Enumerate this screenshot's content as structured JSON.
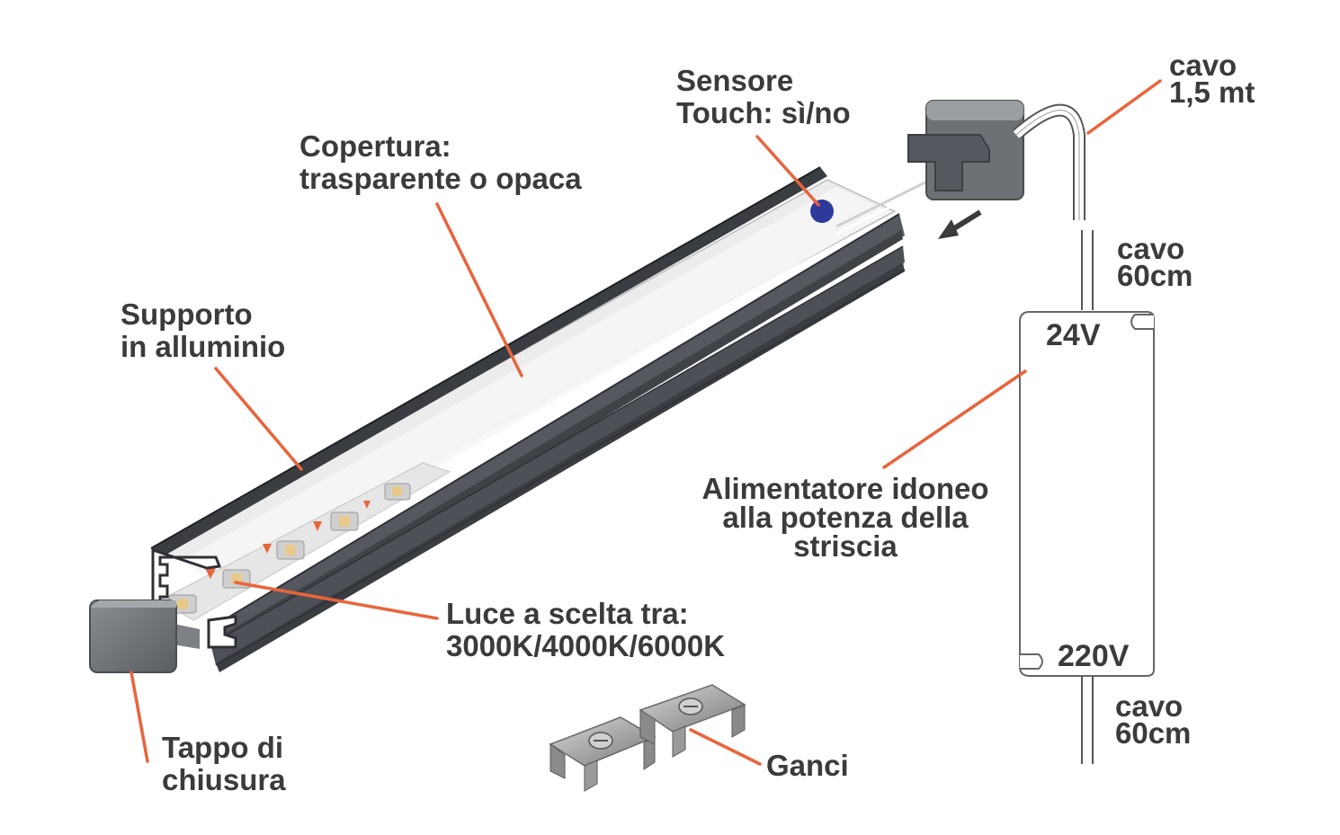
{
  "colors": {
    "leader": "#e8643c",
    "text": "#3b3b3d",
    "profile_dark": "#4a4d52",
    "profile_mid": "#5d6066",
    "sensor_dot": "#2d3a9c",
    "outline": "#666666"
  },
  "labels": {
    "sensor": [
      "Sensore",
      "Touch: sì/no"
    ],
    "cover": [
      "Copertura:",
      "trasparente o opaca"
    ],
    "support": [
      "Supporto",
      "in alluminio"
    ],
    "light": [
      "Luce a scelta tra:",
      "3000K/4000K/6000K"
    ],
    "end_cap": [
      "Tappo di",
      "chiusura"
    ],
    "hooks": "Ganci",
    "cable_top": [
      "cavo",
      "1,5 mt"
    ],
    "cable_mid": [
      "cavo",
      "60cm"
    ],
    "power_supply": [
      "Alimentatore idoneo",
      "alla potenza della",
      "striscia"
    ],
    "cable_bottom": [
      "cavo",
      "60cm"
    ]
  },
  "power_supply_box": {
    "output_voltage": "24V",
    "input_voltage": "220V"
  }
}
